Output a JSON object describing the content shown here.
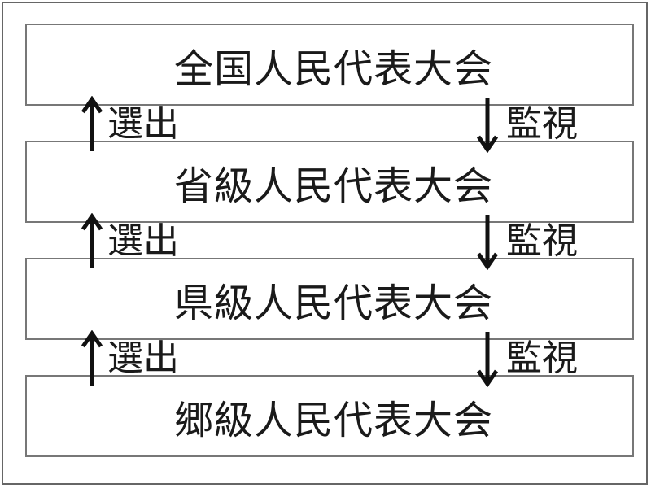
{
  "levels": [
    {
      "label": "全国人民代表大会"
    },
    {
      "label": "省級人民代表大会"
    },
    {
      "label": "県級人民代表大会"
    },
    {
      "label": "郷級人民代表大会"
    }
  ],
  "relations": [
    {
      "up_label": "選出",
      "down_label": "監視"
    },
    {
      "up_label": "選出",
      "down_label": "監視"
    },
    {
      "up_label": "選出",
      "down_label": "監視"
    }
  ],
  "colors": {
    "border": "#777777",
    "text": "#1a1a1a",
    "arrow": "#111111"
  },
  "icons": {
    "up": "up-arrow-icon",
    "down": "down-arrow-icon"
  }
}
